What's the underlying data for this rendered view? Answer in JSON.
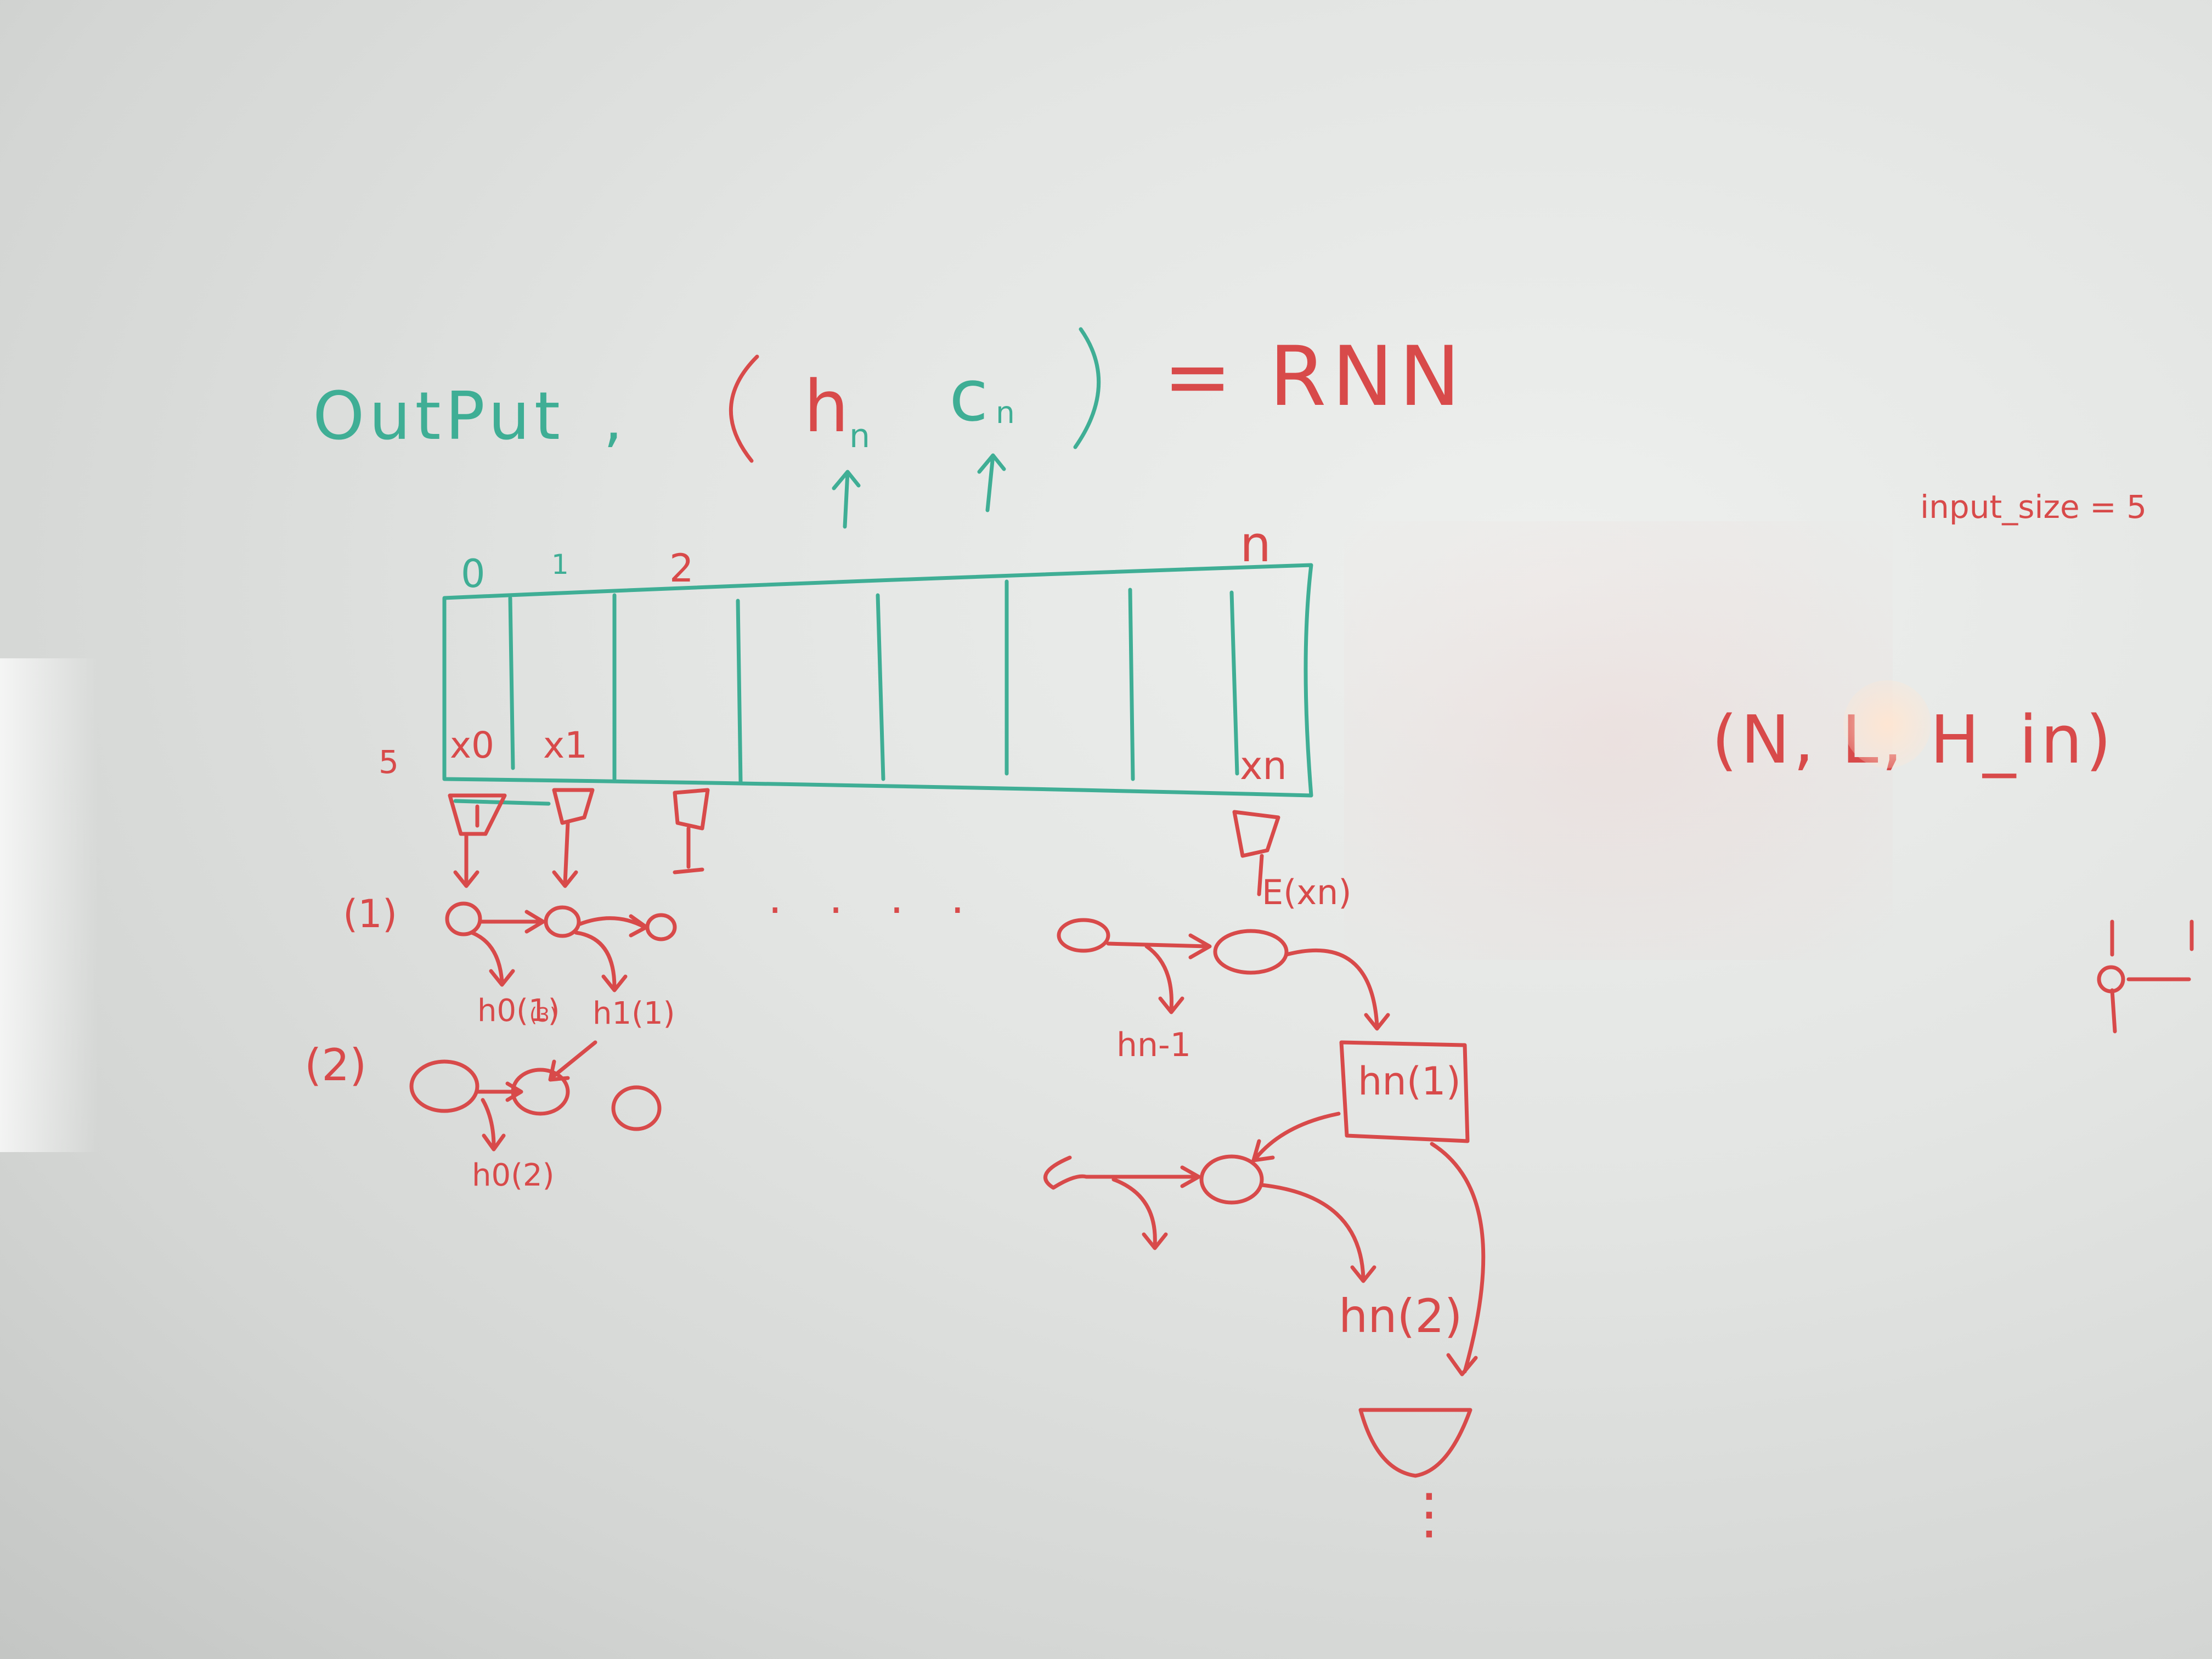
{
  "header": {
    "output_label": "OutPut",
    "comma": ",",
    "open_paren": "(",
    "h_symbol": "h",
    "h_subscript": "n",
    "c_symbol": "c",
    "c_subscript": "n",
    "close_paren": ")",
    "equals_rnn": "= RNN"
  },
  "notes": {
    "input_size": "input_size = 5",
    "shape_tuple": "(N, L, H_in)"
  },
  "sequence": {
    "index_labels": [
      "0",
      "1",
      "2",
      "n"
    ],
    "dim_label": "5",
    "x_labels": [
      "x0",
      "x1",
      "xn"
    ]
  },
  "left_network": {
    "layer1_label": "(1)",
    "layer2_label": "(2)",
    "ellipsis": ". . . .",
    "h0_1": "h0(1)",
    "h1_1": "h1(1)",
    "layer3_tag": "(3)",
    "h0_2": "h0(2)"
  },
  "right_network": {
    "embedding_label": "E(xn)",
    "h_prev": "hn-1",
    "hn_1_box": "hn(1)",
    "hn_2": "hn(2)",
    "vertical_ellipsis": "⋮"
  },
  "colors": {
    "teal_marker": "#3fae95",
    "red_marker": "#d84a4a",
    "board": "#e3e5e3"
  }
}
